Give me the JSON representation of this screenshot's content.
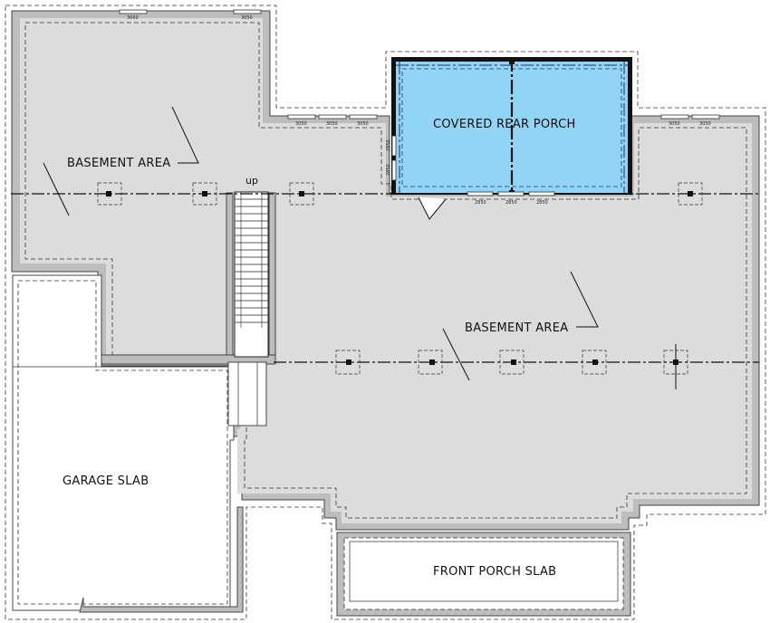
{
  "labels": {
    "basement_area_1": "BASEMENT AREA",
    "basement_area_2": "BASEMENT AREA",
    "covered_rear_porch": "COVERED REAR PORCH",
    "garage_slab": "GARAGE SLAB",
    "front_porch_slab": "FRONT PORCH SLAB",
    "stair_up": "up"
  },
  "windows": {
    "top_left": "3050",
    "top_right": "3050",
    "mid_left_1": "3050",
    "mid_left_2": "3050",
    "mid_left_3": "3050",
    "right_upper": "3050",
    "right_upper_2": "3050",
    "porch_side_1": "2850",
    "porch_side_2": "2850",
    "porch_bottom_1": "2850",
    "porch_bottom_2": "2850",
    "porch_bottom_3": "2850"
  },
  "colors": {
    "floor": "#dcdcdc",
    "wall": "#bdbdbd",
    "porch": "#93d3f5",
    "line": "#111111"
  }
}
